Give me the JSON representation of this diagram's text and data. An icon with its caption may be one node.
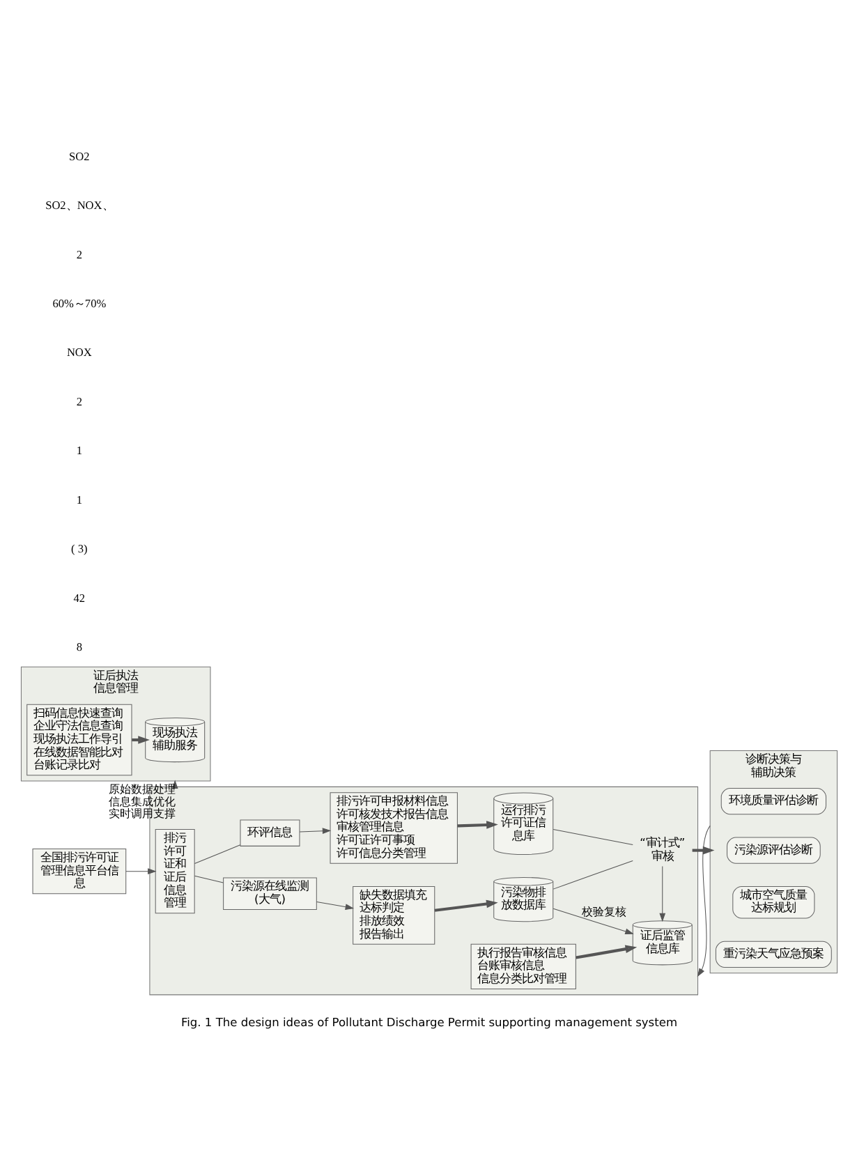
{
  "diagram": {
    "caption": "Fig. 1 The design ideas of Pollutant Discharge Permit supporting management system",
    "nodes": [
      {
        "text": [
          "全国排污许可证管理信息平台信息"
        ]
      },
      {
        "text": [],
        "shape": "box"
      },
      {
        "text": [
          "排污许可证和证后信息管理"
        ],
        "in": 1
      },
      {
        "text": [
          "环评信息"
        ],
        "in": 1
      },
      {
        "text": [
          "污染源在线监测(大气)"
        ],
        "in": 1
      },
      {
        "text": [
          "排污许可申报材料信息",
          "许可核发技术报告信息",
          "审核管理信息",
          "许可证许可事项",
          "许可信息分类管理"
        ],
        "in": 1
      },
      {
        "text": [
          "缺失数据填充",
          "达标判定",
          "排放绩效",
          "报告输出"
        ],
        "in": 1
      },
      {
        "text": [
          "执行报告审核信息",
          "台账审核信息",
          "信息分类比对管理"
        ],
        "in": 1
      },
      {
        "text": [
          "运行排污许可证信息库"
        ],
        "in": 1
      },
      {
        "text": [
          "污染物排放数据库"
        ],
        "in": 1
      },
      {
        "text": [
          "证后监管信息库"
        ],
        "in": 1
      },
      {
        "text": [
          "“审计式”审核"
        ],
        "in": 1
      },
      {
        "text": [
          "诊断决策与辅助决策"
        ]
      },
      {
        "text": [
          "环境质量评估诊断"
        ],
        "in": 12
      },
      {
        "text": [
          "污染源评估诊断"
        ],
        "in": 12
      },
      {
        "text": [
          "城市空气质量达标规划"
        ],
        "in": 12
      },
      {
        "text": [
          "重污染天气应急预案"
        ],
        "in": 12
      },
      {
        "text": [
          "证后执法信息管理"
        ]
      },
      {
        "text": [
          "扫码信息快速查询",
          "企业守法信息查询",
          "现场执法工作导引",
          "在线数据智能比对",
          "台账记录比对"
        ],
        "in": 17
      },
      {
        "text": [
          "现场执法辅助服务"
        ],
        "in": 17
      }
    ],
    "edges": [
      {
        "from": 0,
        "to": 2,
        "arrow": "to"
      },
      {
        "from": 2,
        "to": 3,
        "arrow": "none"
      },
      {
        "from": 2,
        "to": 4,
        "arrow": "none"
      },
      {
        "from": 3,
        "to": 5,
        "arrow": "to"
      },
      {
        "from": 4,
        "to": 6,
        "arrow": "to"
      },
      {
        "from": 5,
        "to": 8,
        "arrow": "to",
        "style": "thick"
      },
      {
        "from": 6,
        "to": 9,
        "arrow": "to",
        "style": "thick"
      },
      {
        "from": 7,
        "to": 10,
        "arrow": "to",
        "style": "thick"
      },
      {
        "from": 8,
        "to": 11,
        "arrow": "none"
      },
      {
        "from": 9,
        "to": 11,
        "arrow": "none"
      },
      {
        "from": 11,
        "to": 10,
        "arrow": "to"
      },
      {
        "from": 9,
        "to": 10,
        "arrow": "to",
        "label": "校验复核"
      },
      {
        "from": 11,
        "to": 12,
        "arrow": "to",
        "style": "thick"
      },
      {
        "from": 12,
        "to": 1,
        "arrow": "to"
      },
      {
        "from": 1,
        "to": 17,
        "arrow": "to",
        "label": "原始数据处理信息集成优化实时调用支撑"
      },
      {
        "from": 18,
        "to": 19,
        "arrow": "to",
        "style": "thick"
      }
    ],
    "labels": [
      "8",
      "42",
      "( 3)",
      "1",
      "1",
      "2",
      "NOX",
      "60%～70%",
      "2",
      "SO2、NOX、",
      "SO2"
    ]
  }
}
